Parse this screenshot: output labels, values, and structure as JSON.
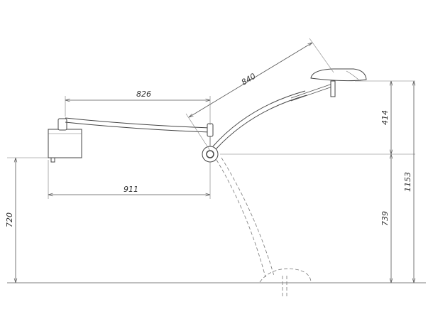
{
  "dimensions": {
    "upper_arm_length": "826",
    "horizontal_reach": "911",
    "lower_arm_length": "840",
    "head_height_above_joint": "414",
    "joint_height": "739",
    "total_height": "1153",
    "wall_mount_height": "720"
  }
}
